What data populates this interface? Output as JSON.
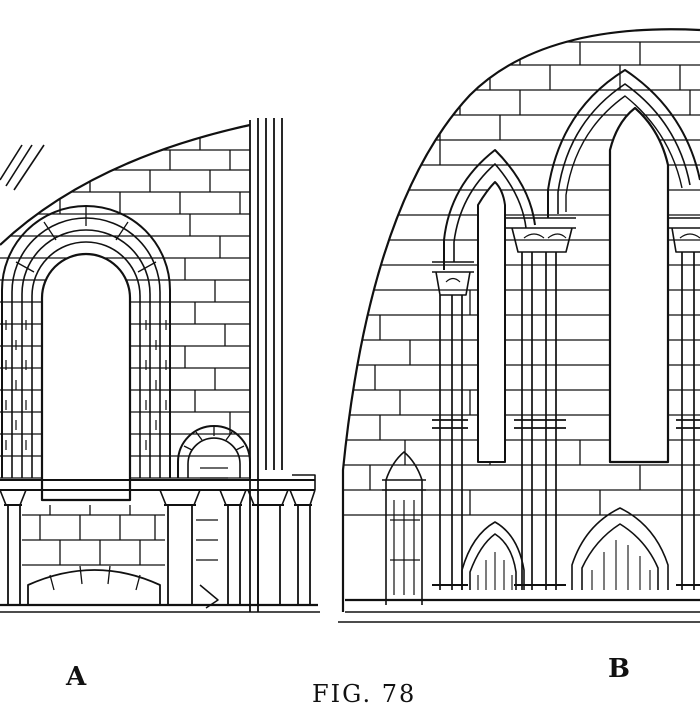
{
  "figure": {
    "panel_a_label": "A",
    "panel_b_label": "B",
    "caption": "FIG. 78"
  },
  "colors": {
    "ink": "#111111",
    "paper": "#ffffff"
  }
}
